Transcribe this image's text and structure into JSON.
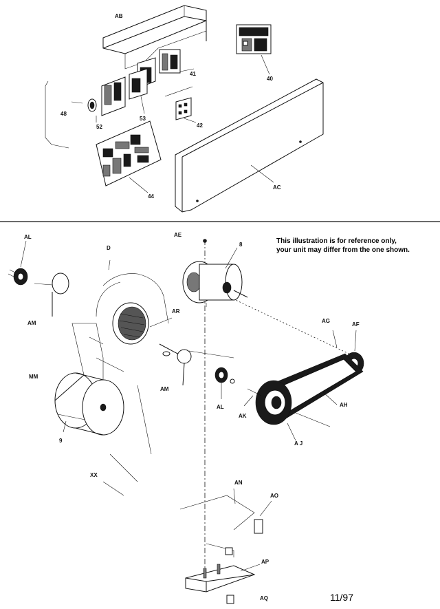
{
  "note": {
    "line1": "This illustration is for reference only,",
    "line2": "your unit may differ from the one shown."
  },
  "date_code": "11/97",
  "labels": {
    "ab": "AB",
    "p40": "40",
    "p41": "41",
    "p42": "42",
    "p44": "44",
    "p48": "48",
    "p52": "52",
    "p53": "53",
    "ac": "AC",
    "al_top": "AL",
    "d": "D",
    "ae": "AE",
    "p8": "8",
    "am_left": "AM",
    "ar": "AR",
    "ag": "AG",
    "af": "AF",
    "mm": "MM",
    "am_mid": "AM",
    "al_mid": "AL",
    "ak": "AK",
    "ah": "AH",
    "aj": "A J",
    "p9": "9",
    "xx": "XX",
    "an": "AN",
    "ao": "AO",
    "ap": "AP",
    "aq": "AQ"
  }
}
